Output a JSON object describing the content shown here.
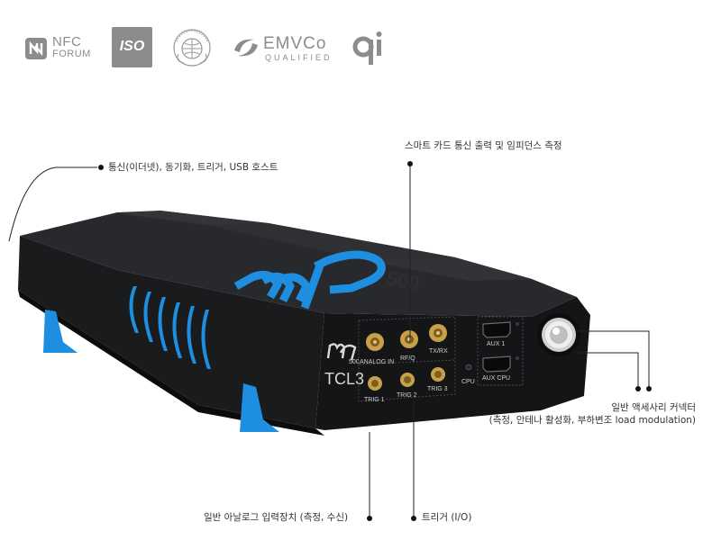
{
  "certifications": {
    "nfc": {
      "line1": "NFC",
      "line2": "FORUM"
    },
    "iso": "ISO",
    "emv": {
      "line1": "EMVCo",
      "line2": "QUALIFIED"
    },
    "icao_icon": "icao-globe-icon",
    "qi_icon": "qi-icon"
  },
  "device": {
    "brand": "MP",
    "brand_sub": "500",
    "model": "TCL3",
    "ports": {
      "analog_in": "ANALOG IN",
      "rf_q": "RF/Q",
      "tx_rx": "TX/RX",
      "trig1": "TRIG 1",
      "trig2": "TRIG 2",
      "trig3": "TRIG 3",
      "cpu": "CPU",
      "aux1": "AUX 1",
      "aux_cpu": "AUX CPU"
    },
    "colors": {
      "body": "#1e1f21",
      "accent": "#1e8fe0",
      "port_gold": "#c9a04a"
    }
  },
  "callouts": {
    "communication": "통신(이더넷), 동기화, 트리거, USB 호스트",
    "smartcard": "스마트 카드 통신 출력 및 임피던스 측정",
    "accessory_line1": "일반 액세사리 커넥터",
    "accessory_line2": "(측정, 안테나 활성화, 부하변조 load modulation)",
    "analog_input": "일반 아날로그 입력장치 (측정, 수신)",
    "trigger": "트리거 (I/O)"
  }
}
